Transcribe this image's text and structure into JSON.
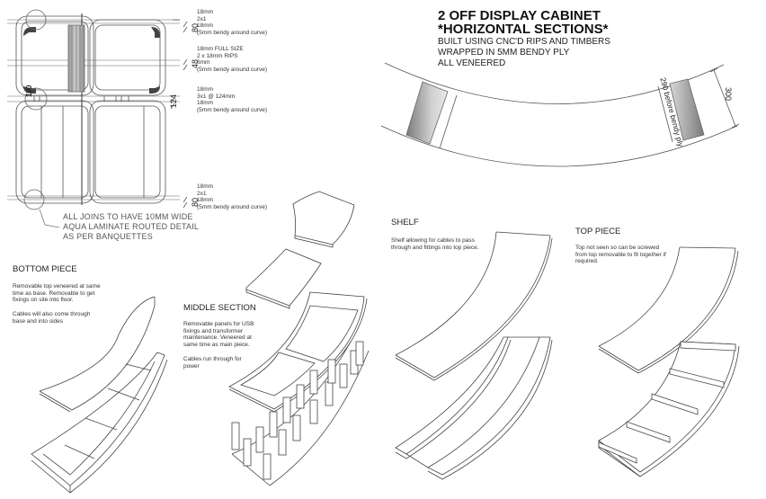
{
  "title": {
    "line1": "2 OFF DISPLAY CABINET",
    "line2": "*HORIZONTAL SECTIONS*",
    "line3": "BUILT USING CNC'D RIPS AND TIMBERS",
    "line4": "WRAPPED IN 5MM BENDY PLY",
    "line5": "ALL VENEERED"
  },
  "plan_dimensions": {
    "d80_top": "80",
    "d48": "48",
    "d124": "124",
    "d160": "160",
    "d80_bottom": "80"
  },
  "spec_notes": [
    {
      "l1": "18mm",
      "l2": "2x1",
      "l3": "18mm",
      "l4": "(5mm bendy around curve)"
    },
    {
      "l1": "18mm FULL SIZE",
      "l2": "2 x 18mm RIPS",
      "l3": "6mm",
      "l4": "(5mm bendy around curve)"
    },
    {
      "l1": "18mm",
      "l2": "3x1 @ 124mm",
      "l3": "18mm",
      "l4": "(5mm bendy around curve)"
    },
    {
      "l1": "18mm",
      "l2": "2x1",
      "l3": "18mm",
      "l4": "(5mm bendy around curve)"
    }
  ],
  "joins_note": {
    "l1": "ALL JOINS TO HAVE 10MM WIDE",
    "l2": "AQUA LAMINATE ROUTED DETAIL",
    "l3": "AS PER BANQUETTES"
  },
  "section_dimensions": {
    "width": "300",
    "before_bendy": "290 before bendy ply"
  },
  "pieces": {
    "bottom": {
      "heading": "BOTTOM PIECE",
      "p1": "Removable top veneered at same time as base. Removable to get fixings on site into floor.",
      "p2": "Cables will also come through base and into sides"
    },
    "middle": {
      "heading": "MIDDLE SECTION",
      "p1": "Removable panels for USB fixings and transformer maintenance. Veneered at same time as main piece.",
      "p2": "Cables run through for power"
    },
    "shelf": {
      "heading": "SHELF",
      "p1": "Shelf allowing for cables to pass through and fittings into top piece."
    },
    "top": {
      "heading": "TOP PIECE",
      "p1": "Top not seen so can be screwed from top removable to fit together if required."
    }
  },
  "colors": {
    "line": "#444444",
    "shade_dark": "#6d6d6d",
    "shade_light": "#d9d9d9"
  }
}
